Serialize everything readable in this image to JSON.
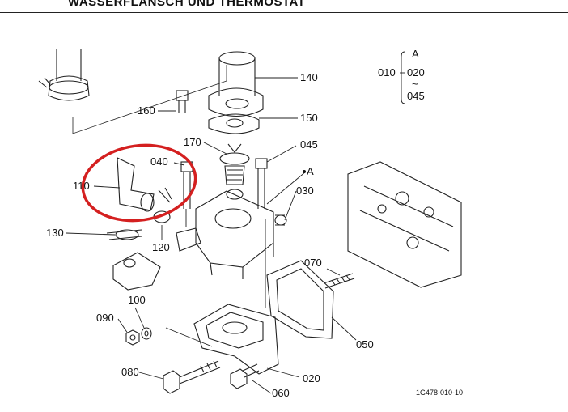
{
  "header": {
    "title": "WASSERFLANSCH UND THERMOSTAT"
  },
  "range_note": {
    "main": "010",
    "a": "A",
    "from": "020",
    "tilde": "~",
    "to": "045"
  },
  "callouts": {
    "p140": "140",
    "p150": "150",
    "p160": "160",
    "p170": "170",
    "p045": "045",
    "p040": "040",
    "pA": "A",
    "p030": "030",
    "p110": "110",
    "p130": "130",
    "p120": "120",
    "p070": "070",
    "p050": "050",
    "p100": "100",
    "p090": "090",
    "p080": "080",
    "p060": "060",
    "p020": "020"
  },
  "diagram_code": "1G478-010-10",
  "highlight": {
    "color": "#d42020"
  }
}
